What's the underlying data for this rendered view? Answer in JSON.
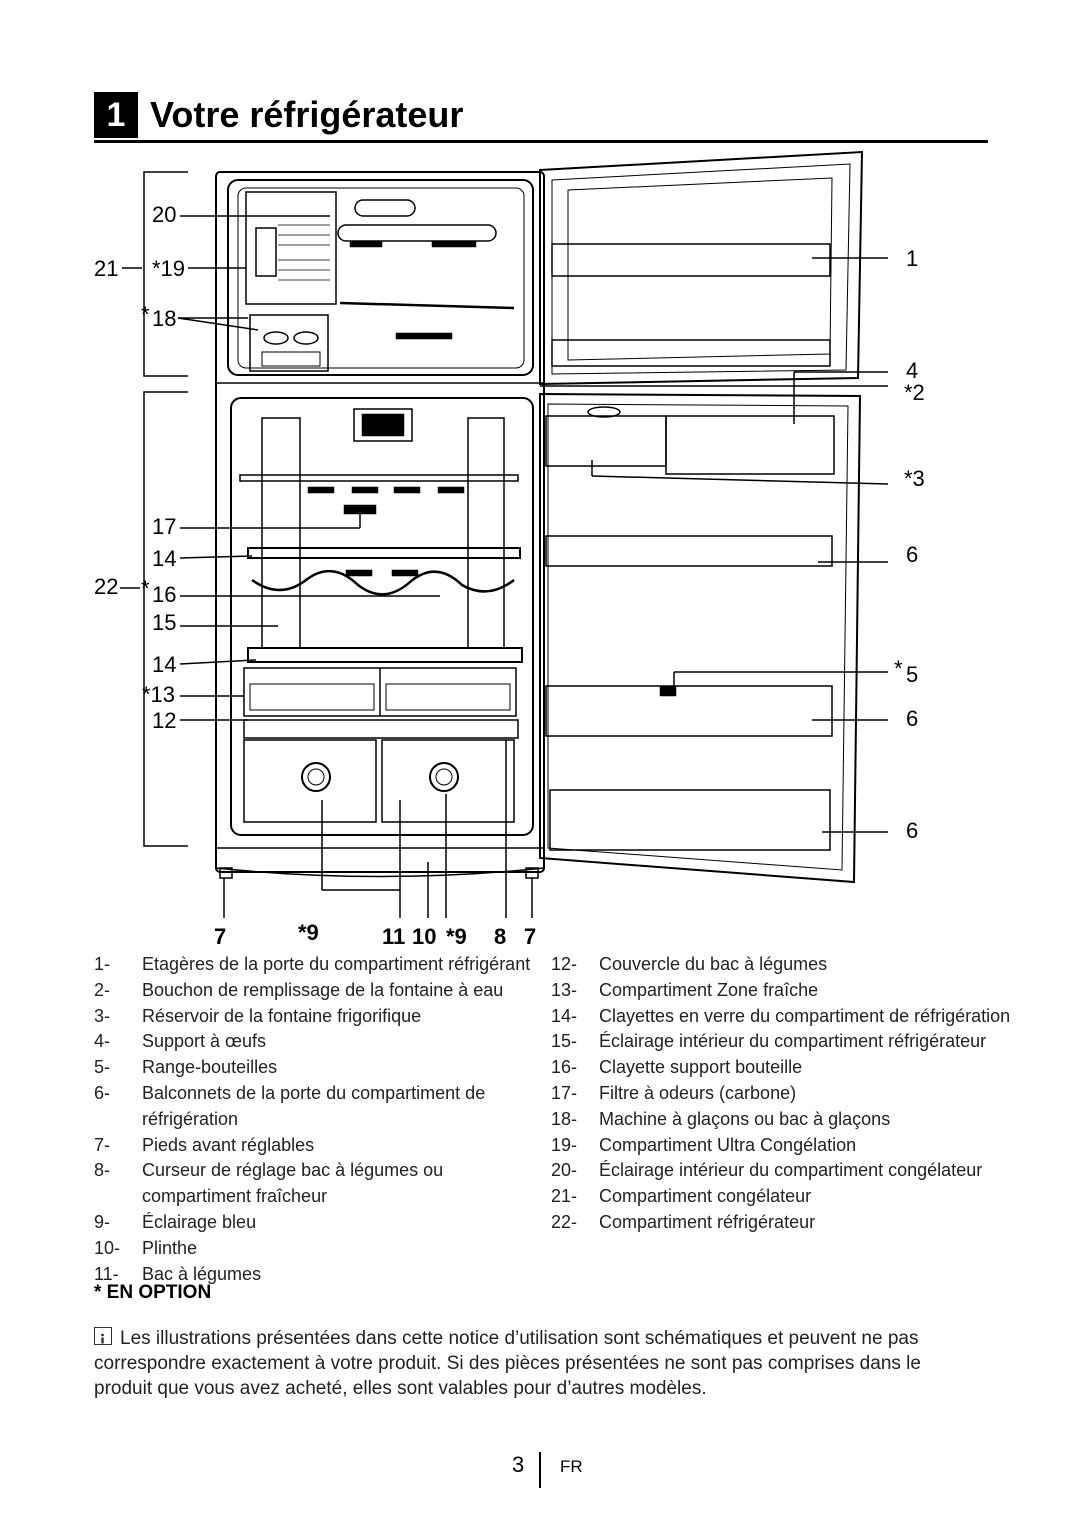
{
  "section": {
    "number": "1",
    "title": "Votre réfrigérateur"
  },
  "callouts": {
    "c20": "20",
    "c21": "21",
    "c19": "*19",
    "c18": "18",
    "c18_star": "*",
    "c17": "17",
    "c14a": "14",
    "c22": "22",
    "c16": "16",
    "c16_star": "*",
    "c15": "15",
    "c14b": "14",
    "c13": "*13",
    "c12": "12",
    "c1": "1",
    "c4": "4",
    "c2": "*2",
    "c3": "*3",
    "c6a": "6",
    "c5": "5",
    "c5_star": "*",
    "c6b": "6",
    "c6c": "6",
    "b7a": "7",
    "b9a": "*9",
    "b11": "11",
    "b10": "10",
    "b9b": "*9",
    "b8": "8",
    "b7b": "7"
  },
  "legend_left": [
    {
      "num": "1-",
      "text": "Etagères de la porte du compartiment réfrigérant"
    },
    {
      "num": "2-",
      "text": "Bouchon de remplissage de la fontaine à eau"
    },
    {
      "num": "3-",
      "text": "Réservoir de la fontaine frigorifique"
    },
    {
      "num": "4-",
      "text": "Support à œufs"
    },
    {
      "num": "5-",
      "text": "Range-bouteilles"
    },
    {
      "num": "6-",
      "text": "Balconnets de la porte du compartiment de réfrigération"
    },
    {
      "num": "7-",
      "text": "Pieds avant réglables"
    },
    {
      "num": "8-",
      "text": "Curseur de réglage bac à légumes ou compartiment fraîcheur"
    },
    {
      "num": "9-",
      "text": "Éclairage bleu"
    },
    {
      "num": "10-",
      "text": "Plinthe"
    },
    {
      "num": "11-",
      "text": "Bac à légumes"
    }
  ],
  "legend_right": [
    {
      "num": "12-",
      "text": "Couvercle du bac à légumes"
    },
    {
      "num": "13-",
      "text": "Compartiment Zone fraîche"
    },
    {
      "num": "14-",
      "text": "Clayettes en verre du compartiment de réfrigération"
    },
    {
      "num": "15-",
      "text": "Éclairage intérieur du compartiment réfrigérateur"
    },
    {
      "num": "16-",
      "text": "Clayette support bouteille"
    },
    {
      "num": "17-",
      "text": "Filtre à odeurs (carbone)"
    },
    {
      "num": "18-",
      "text": "Machine à glaçons ou bac à glaçons"
    },
    {
      "num": "19-",
      "text": "Compartiment Ultra Congélation"
    },
    {
      "num": "20-",
      "text": "Éclairage intérieur du compartiment congélateur"
    },
    {
      "num": "21-",
      "text": "Compartiment congélateur"
    },
    {
      "num": "22-",
      "text": "Compartiment réfrigérateur"
    }
  ],
  "option_label": "* EN OPTION",
  "note_text": "Les illustrations présentées dans cette notice d’utilisation sont schématiques et peuvent ne pas correspondre exactement à votre produit. Si des pièces présentées ne sont pas comprises dans le produit que vous avez acheté, elles sont valables pour d’autres modèles.",
  "footer": {
    "page": "3",
    "lang": "FR"
  }
}
